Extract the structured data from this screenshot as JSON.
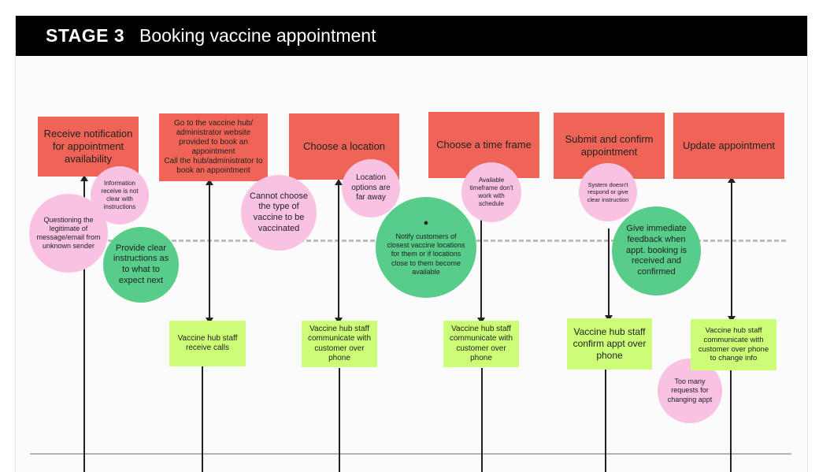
{
  "header": {
    "stage": "STAGE 3",
    "title": "Booking vaccine appointment"
  },
  "steps": [
    "Receive notification for appointment availability",
    "Go to the vaccine hub/ administrator website provided to book an appointment\nCall the hub/administrator to book an appointment",
    "Choose a location",
    "Choose a time frame",
    "Submit and confirm appointment",
    "Update appointment"
  ],
  "staff": [
    "Vaccine hub staff receive calls",
    "Vaccine hub staff communicate with customer over phone",
    "Vaccine hub staff communicate with customer over phone",
    "Vaccine hub staff confirm appt over phone",
    "Vaccine hub staff communicate with customer over phone to change info"
  ],
  "pain_points": {
    "info_unclear": "Information receive is not clear with instructions",
    "legitimacy": "Questioning the legitimate of message/email from unknown sender",
    "vaccine_type": "Cannot choose the type of vaccine to be vaccinated",
    "far_away": "Location options are far away",
    "timeframe": "Available timeframe don't work with schedule",
    "no_response": "System doesn't respond or give clear instruction",
    "too_many": "Too many requests for changing appt"
  },
  "opportunities": {
    "clear_instructions": "Provide clear instructions as to what to expect next",
    "notify_locations": "Notify customers of closest vaccine locations for them or if locations close to them become available",
    "immediate_feedback": "Give immediate feedback when appt. booking is received and confirmed"
  },
  "icons": {
    "idea": "lightbulb-icon"
  },
  "colors": {
    "step": "#ef6456",
    "staff": "#ccfd77",
    "pain": "#f9c2e3",
    "opportunity": "#57cd89",
    "header": "#000000"
  }
}
